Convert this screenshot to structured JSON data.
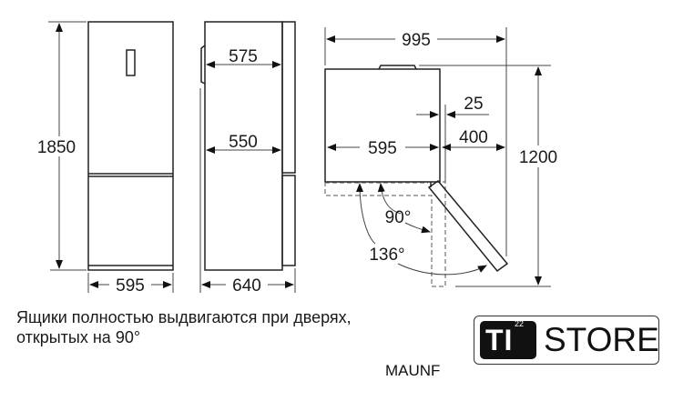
{
  "front_view": {
    "height": "1850",
    "width": "595"
  },
  "side_view": {
    "depth_top": "575",
    "depth_mid": "550",
    "depth_total": "640"
  },
  "top_view": {
    "total_width": "995",
    "body_width": "595",
    "gap": "25",
    "door_clearance": "400",
    "total_depth": "1200",
    "angle_90": "90°",
    "angle_136": "136°"
  },
  "note": {
    "line1": "Ящики полностью выдвигаются при дверях,",
    "line2": "открытых на 90°"
  },
  "footer": {
    "brand_text": "MAUNF"
  },
  "logo": {
    "ti": "TI",
    "sup": "22",
    "store": "STORE"
  }
}
